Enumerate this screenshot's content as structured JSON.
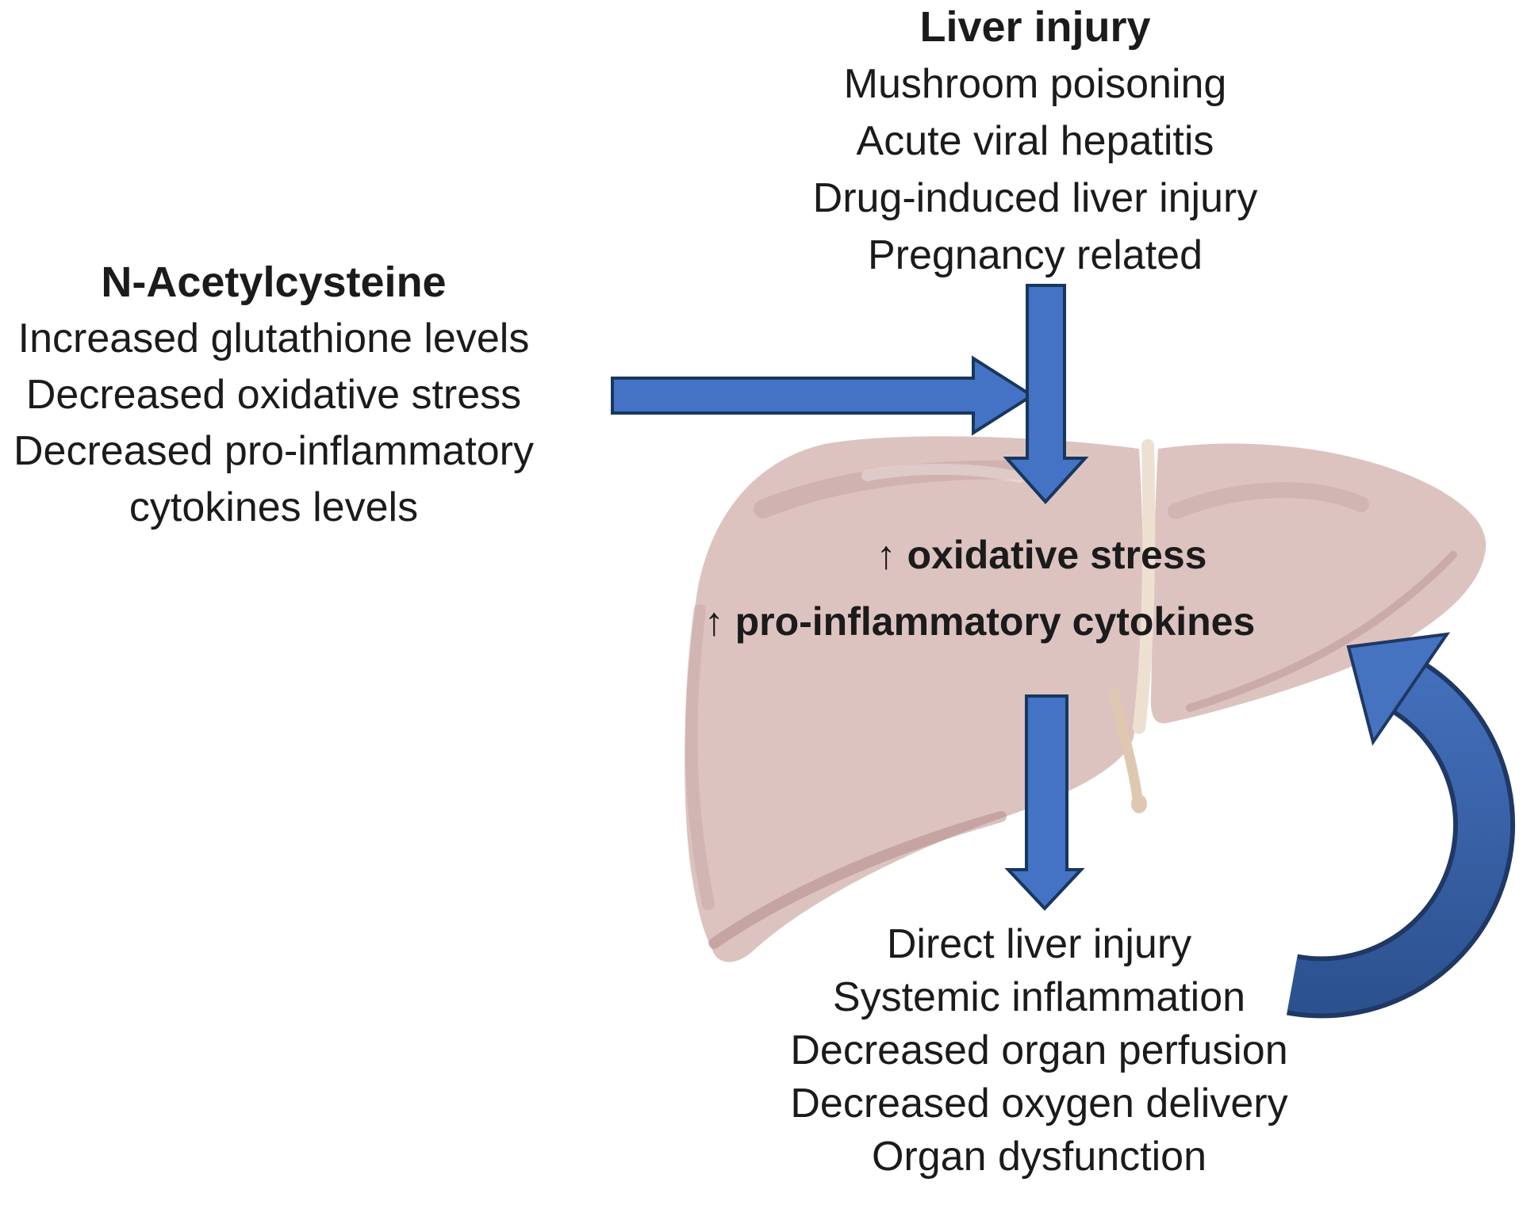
{
  "theme": {
    "bg": "#ffffff",
    "text": "#1b1b1b",
    "arrow-fill": "#4472c4",
    "arrow-stroke": "#17375d",
    "curve-light": "#4673c0",
    "curve-dark": "#2c518f",
    "curve-outline": "#1f3864",
    "liver-fill": "#dcc3c0",
    "liver-crease": "#ede0d1",
    "liver-strand": "#dfc8b2"
  },
  "blocks": {
    "liver_injury": {
      "title": "Liver injury",
      "lines": [
        "Mushroom poisoning",
        "Acute viral hepatitis",
        "Drug-induced liver injury",
        "Pregnancy related"
      ]
    },
    "nac": {
      "title": "N-Acetylcysteine",
      "lines": [
        "Increased glutathione levels",
        "Decreased oxidative stress",
        "Decreased pro-inflammatory",
        "cytokines levels"
      ]
    },
    "liver_center": {
      "lines": [
        "↑ oxidative stress",
        "↑ pro-inflammatory cytokines"
      ]
    },
    "consequences": {
      "lines": [
        "Direct liver injury",
        "Systemic inflammation",
        "Decreased organ perfusion",
        "Decreased oxygen delivery",
        "Organ dysfunction"
      ]
    }
  }
}
